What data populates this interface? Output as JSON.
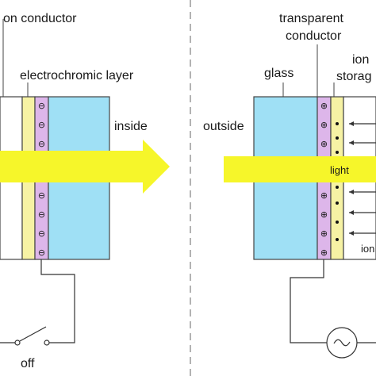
{
  "left_panel": {
    "ion_conductor_label": "on conductor",
    "electrochromic_layer_label": "electrochromic layer",
    "inside_label": "inside",
    "switch_label": "off",
    "layer_sign": "⊖"
  },
  "right_panel": {
    "transparent_conductor_label_line1": "transparent",
    "transparent_conductor_label_line2": "conductor",
    "glass_label": "glass",
    "ion_storage_label_line1": "ion",
    "ion_storage_label_line2": "storag",
    "outside_label": "outside",
    "light_label": "light",
    "ion_label_partial": "ion",
    "layer_sign": "⊕"
  },
  "colors": {
    "glass": "#9fe0f5",
    "electrochromic_layer": "#ddb6ea",
    "ion_conductor": "#f6f2a4",
    "light_arrow": "#f6f62a",
    "divider": "#8a8a8a",
    "wire": "#333333"
  }
}
